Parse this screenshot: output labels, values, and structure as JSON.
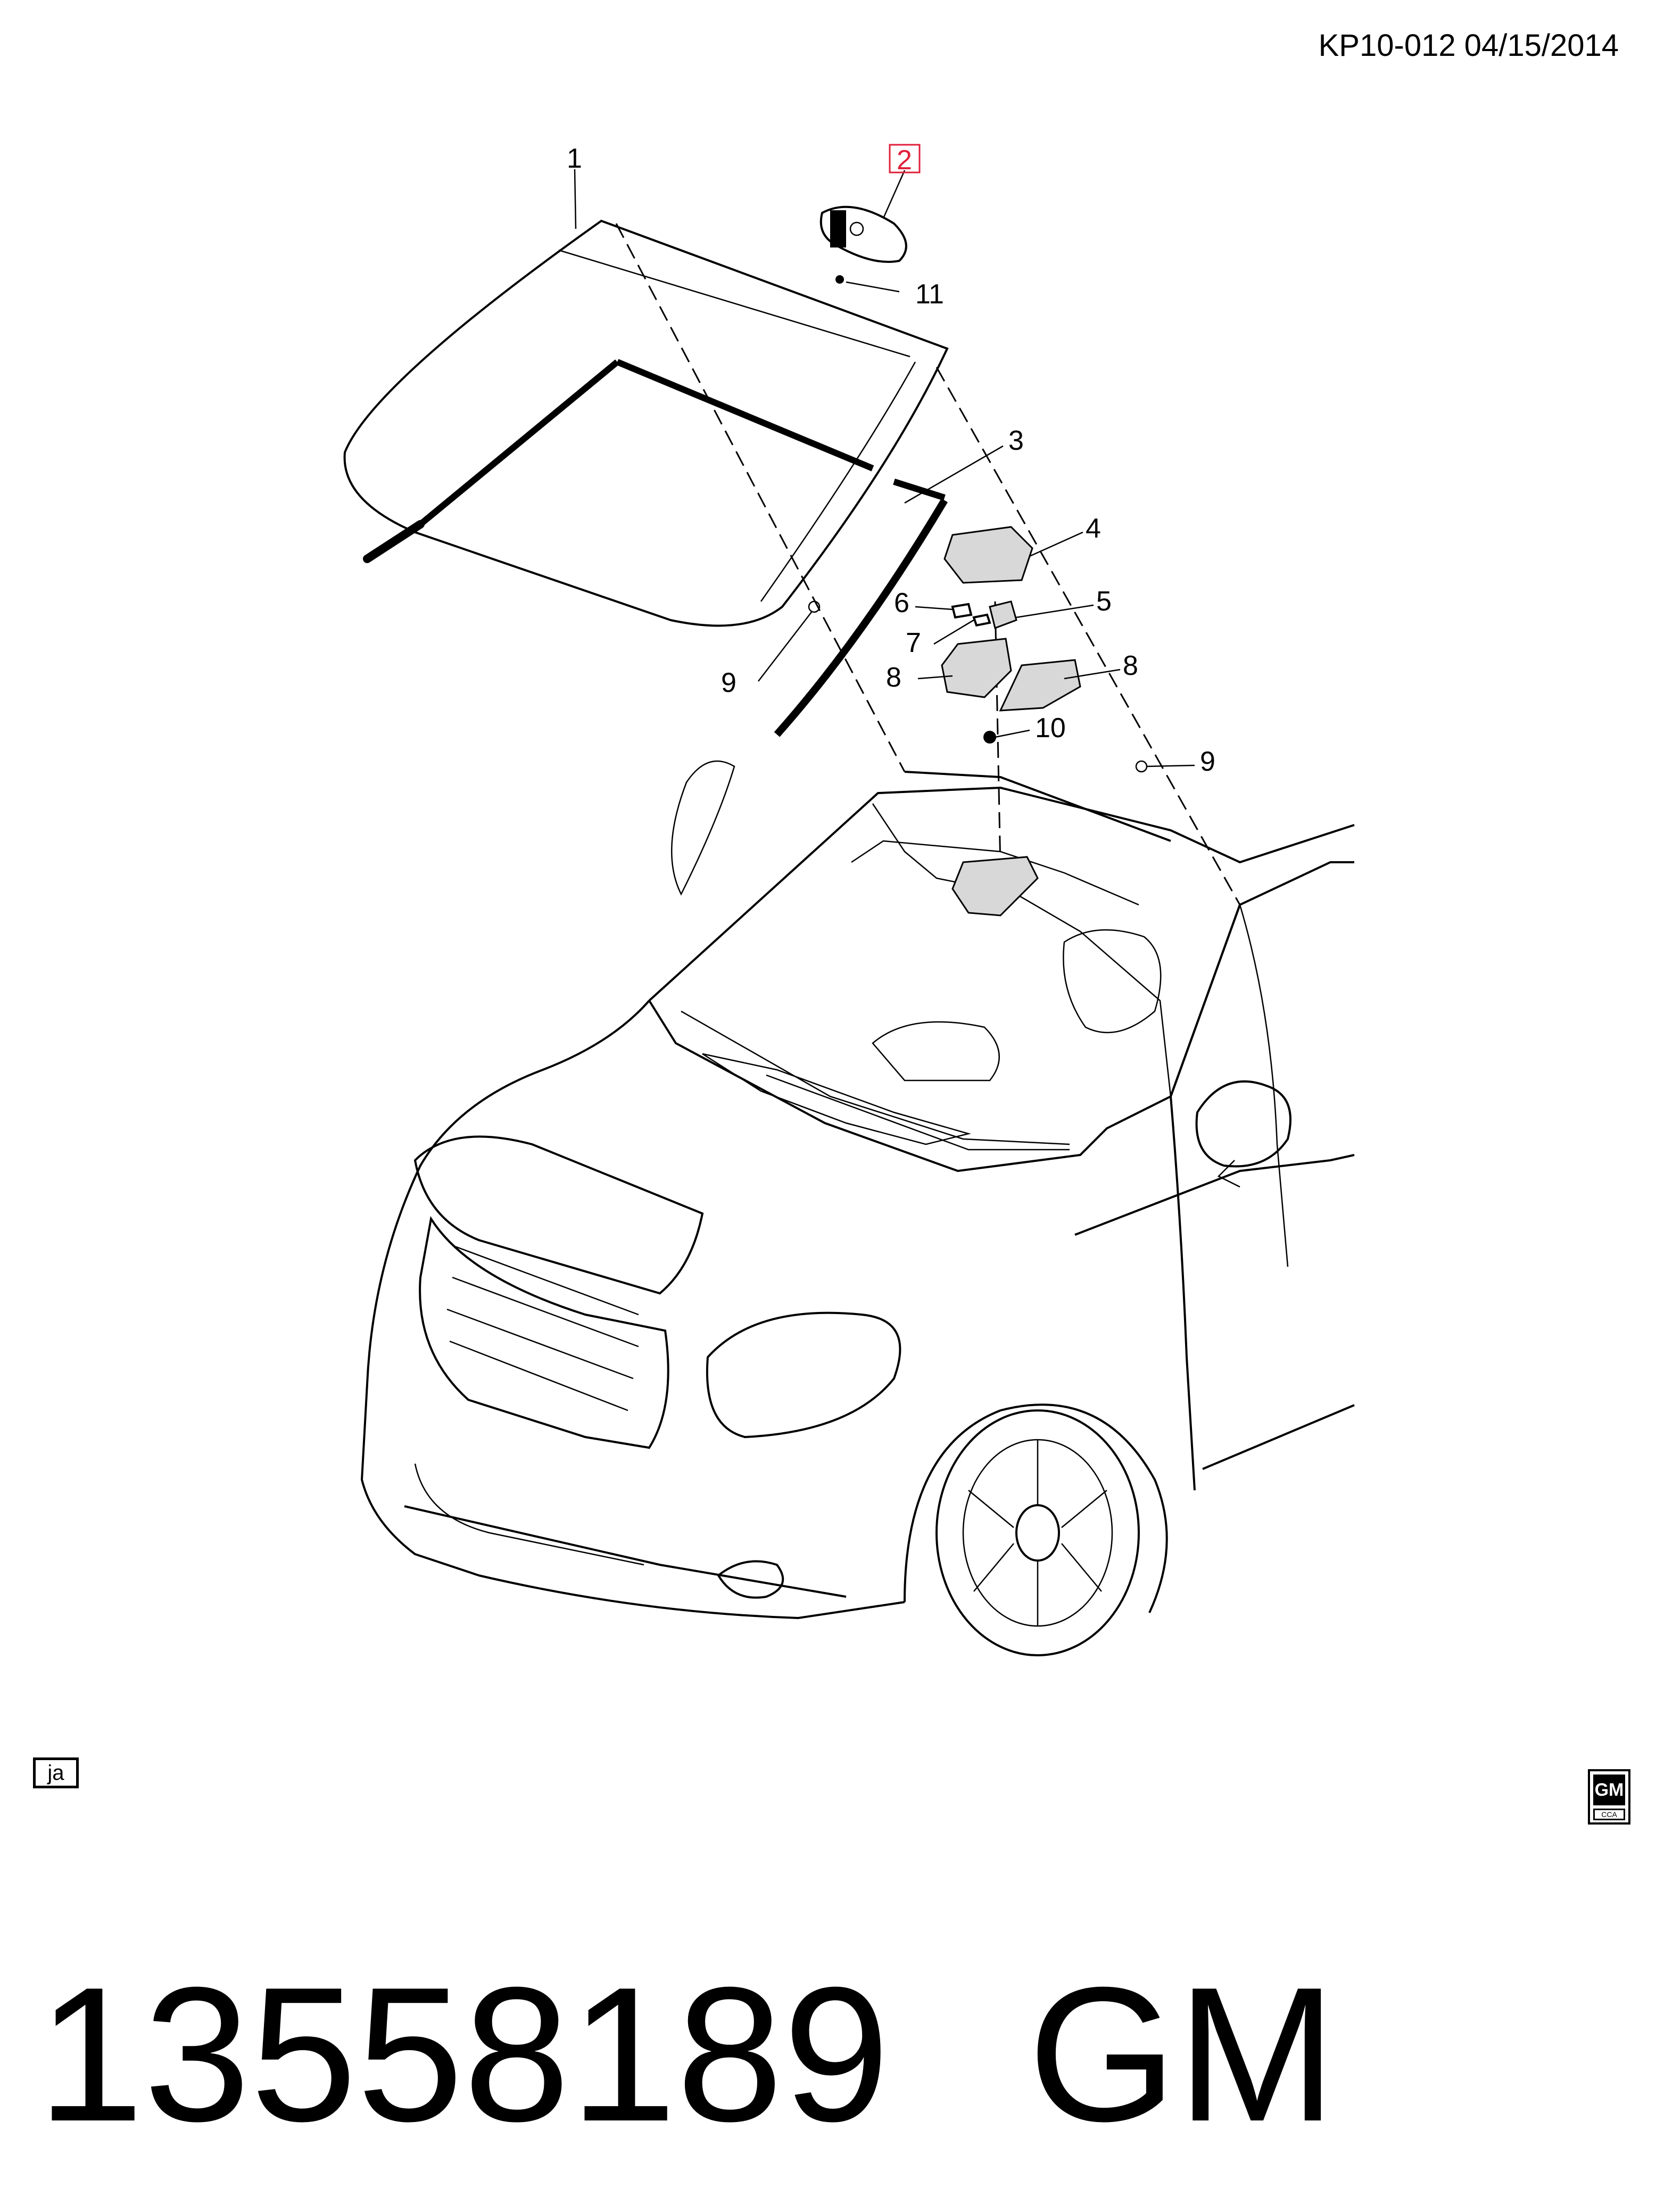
{
  "header": {
    "reference": "KP10-012  04/15/2014"
  },
  "callouts": [
    {
      "id": "c1",
      "label": "1"
    },
    {
      "id": "c2",
      "label": "2",
      "highlighted": true,
      "highlight_color": "#e0203a"
    },
    {
      "id": "c3",
      "label": "3"
    },
    {
      "id": "c4",
      "label": "4"
    },
    {
      "id": "c5",
      "label": "5"
    },
    {
      "id": "c6",
      "label": "6"
    },
    {
      "id": "c7",
      "label": "7"
    },
    {
      "id": "c8a",
      "label": "8"
    },
    {
      "id": "c8b",
      "label": "8"
    },
    {
      "id": "c9a",
      "label": "9"
    },
    {
      "id": "c9b",
      "label": "9"
    },
    {
      "id": "c10",
      "label": "10"
    },
    {
      "id": "c11",
      "label": "11"
    }
  ],
  "language_tag": "ja",
  "seal": {
    "top": "GM",
    "bottom": "CCA"
  },
  "footer": {
    "part_number": "13558189",
    "brand": "GM"
  }
}
